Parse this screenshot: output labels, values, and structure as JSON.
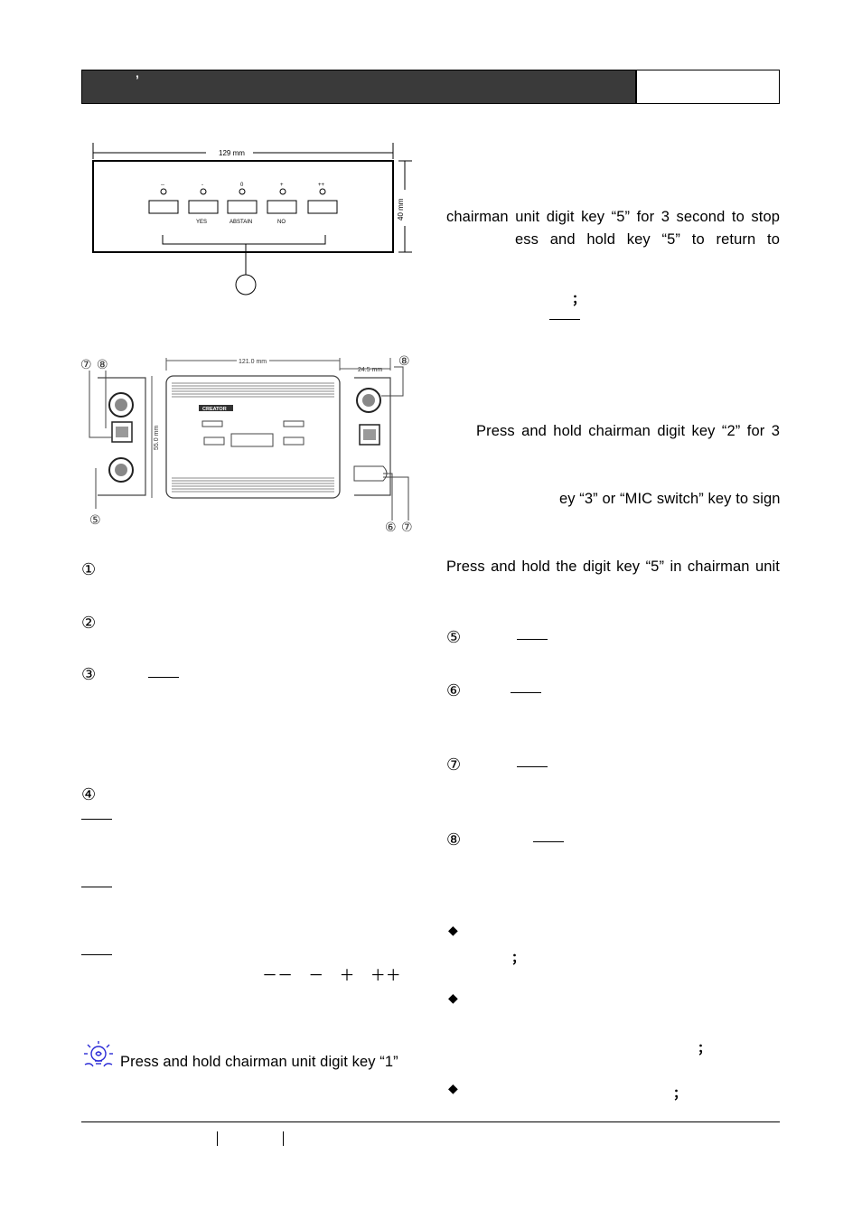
{
  "header": {
    "mark": "’"
  },
  "figure_panel": {
    "width_label": "129 mm",
    "height_label": "40 mm",
    "indicators": [
      "--",
      "-",
      "0",
      "+",
      "++"
    ],
    "button_labels": [
      "YES",
      "ABSTAIN",
      "NO"
    ]
  },
  "figure_unit": {
    "width_label": "121.0 mm",
    "side_width_label": "24.5 mm",
    "height_label": "55.0 mm",
    "brand": "CREATOR",
    "callouts": [
      "⑦",
      "⑧",
      "⑤",
      "⑧",
      "⑥",
      "⑦"
    ]
  },
  "left_column": {
    "markers": [
      "①",
      "②",
      "③",
      "④"
    ],
    "vote_symbols": "－－　－　＋　＋＋",
    "tip": "Press and hold chairman unit digit key “1”"
  },
  "right_column": {
    "line1": "chairman unit digit key “5” for 3 second to stop",
    "line2": "ess  and  hold  key  “5”  to  return  to",
    "semi1": "；",
    "line3": "Press and hold chairman digit key “2” for 3",
    "line4": "ey “3” or “MIC switch” key to sign",
    "line5": "Press and hold the digit key “5” in chairman unit",
    "markers": [
      "⑤",
      "⑥",
      "⑦",
      "⑧"
    ],
    "diamond": "◆",
    "semi2": "；",
    "semi3": "；",
    "semi4": "；"
  }
}
